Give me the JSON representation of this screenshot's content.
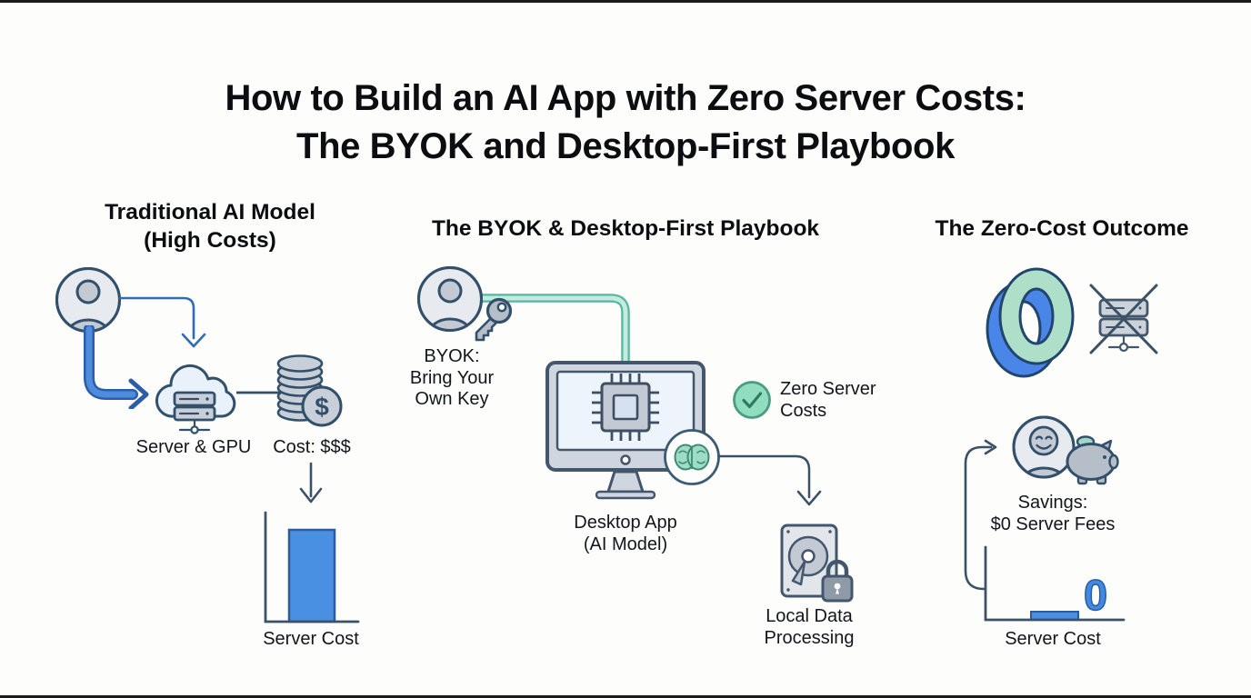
{
  "title": {
    "line1": "How to Build an AI App with Zero Server Costs:",
    "line2": "The BYOK and Desktop-First Playbook"
  },
  "palette": {
    "outline_navy": "#33506b",
    "icon_gray": "#c9cfd8",
    "icon_gray_light": "#e7eaef",
    "screen_blue": "#eef4fb",
    "accent_blue": "#4a90e2",
    "arrow_blue": "#3c77cf",
    "mint": "#9fdcc8",
    "mint_fill": "#90ddc0",
    "teal_stroke": "#4a9c82",
    "bar_border": "#2b5c9e",
    "text_dark": "#0e1116"
  },
  "sections": {
    "traditional": {
      "title_line1": "Traditional AI Model",
      "title_line2": "(High Costs)",
      "server_label": "Server & GPU",
      "cost_label": "Cost: $$$",
      "dollar_sign": "$",
      "chart_label": "Server Cost"
    },
    "playbook": {
      "title": "The BYOK & Desktop-First Playbook",
      "byok_line1": "BYOK:",
      "byok_line2": "Bring Your",
      "byok_line3": "Own Key",
      "desktop_line1": "Desktop App",
      "desktop_line2": "(AI Model)",
      "zero_line1": "Zero Server",
      "zero_line2": "Costs",
      "local_line1": "Local Data",
      "local_line2": "Processing"
    },
    "outcome": {
      "title": "The Zero-Cost Outcome",
      "savings_line1": "Savings:",
      "savings_line2": "$0 Server Fees",
      "chart_value": "0",
      "chart_label": "Server Cost"
    }
  }
}
